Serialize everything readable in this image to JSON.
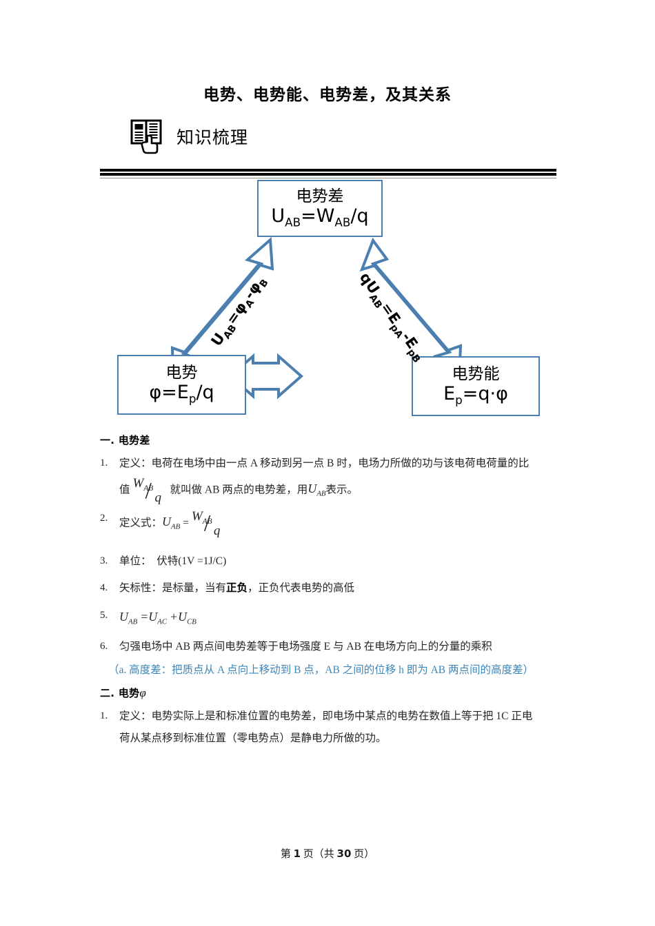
{
  "document": {
    "title": "电势、电势能、电势差，及其关系",
    "section_label": "知识梳理",
    "book-icon": "book-hand-icon"
  },
  "diagram": {
    "accent_color": "#4a7fb0",
    "boxes": {
      "top": {
        "name": "电势差",
        "formula_main": "U",
        "formula_sub1": "AB",
        "formula_mid": "=W",
        "formula_sub2": "AB",
        "formula_tail": "/q",
        "formula": "U(AB)=W(AB)/q"
      },
      "left": {
        "name": "电势",
        "formula_main": "φ=E",
        "formula_sub1": "p",
        "formula_tail": "/q",
        "formula": "φ=E(p)/q"
      },
      "right": {
        "name": "电势能",
        "formula_main": "E",
        "formula_sub1": "p",
        "formula_tail": "=q·φ",
        "formula": "E(p)=q·φ"
      }
    },
    "arrow_labels": {
      "left": {
        "part1": "U",
        "sub1": "AB",
        "part2": "=φ",
        "sub2": "A",
        "part3": "-φ",
        "sub3": "B",
        "text": "U(AB)=φ(A)-φ(B)"
      },
      "right": {
        "part1": "qU",
        "sub1": "AB",
        "part2": "=E",
        "sub2": "pA",
        "part3": "-E",
        "sub3": "pB",
        "text": "qU(AB)=E(pA)-E(pB)"
      }
    }
  },
  "sections": [
    {
      "heading": "一. 电势差",
      "heading_italic": "",
      "items": [
        {
          "num": "1.",
          "lead": "定义：",
          "text": "电荷在电场中由一点 A 移动到另一点 B 时，电场力所做的功与该电荷电荷量的比",
          "cont_prefix": "值",
          "frac_num": "W",
          "frac_num_sub": "AB",
          "frac_den": "q",
          "cont_suffix": "就叫做 AB 两点的电势差，用",
          "cont_var": "U",
          "cont_var_sub": "AB",
          "cont_end": "表示。"
        },
        {
          "num": "2.",
          "lead": "定义式：",
          "var": "U",
          "var_sub": "AB",
          "eq": "=",
          "frac_num": "W",
          "frac_num_sub": "AB",
          "frac_den": "q"
        },
        {
          "num": "3.",
          "lead": "单位：",
          "text": "伏特(1V =1J/C)"
        },
        {
          "num": "4.",
          "lead": "矢标性：",
          "pre": "是标量，当有",
          "bold": "正负",
          "post": "，正负代表电势的高低"
        },
        {
          "num": "5.",
          "eq_a": "U",
          "eq_a_sub": "AB",
          "eq_op1": "=",
          "eq_b": "U",
          "eq_b_sub": "AC",
          "eq_op2": "+",
          "eq_c": "U",
          "eq_c_sub": "CB",
          "text": "U(AB) =U(AC) +U(CB)"
        },
        {
          "num": "6.",
          "text": "匀强电场中 AB 两点间电势差等于电场强度 E 与 AB 在电场方向上的分量的乘积",
          "note": "（a. 高度差：把质点从 A 点向上移动到 B 点，AB 之间的位移 h 即为 AB 两点间的高度差）",
          "note_color": "#3d86b8"
        }
      ]
    },
    {
      "heading": "二. 电势",
      "heading_italic": "φ",
      "items": [
        {
          "num": "1.",
          "lead": "定义：",
          "text": "电势实际上是和标准位置的电势差，即电场中某点的电势在数值上等于把 1C 正电",
          "cont": "荷从某点移到标准位置（零电势点）是静电力所做的功。"
        }
      ]
    }
  ],
  "footer": {
    "pre": "第",
    "page": "1",
    "mid": "页（共",
    "total": "30",
    "post": "页）"
  }
}
